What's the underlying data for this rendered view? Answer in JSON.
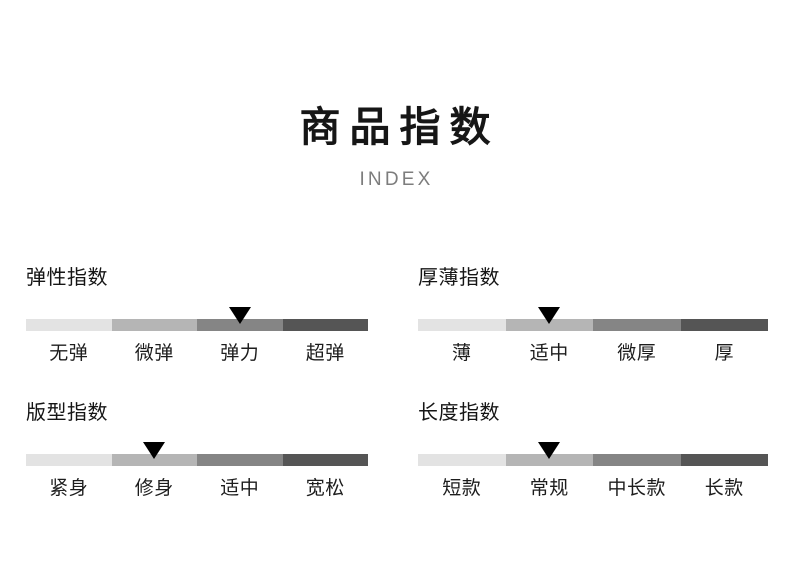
{
  "header": {
    "title": "商品指数",
    "subtitle": "INDEX"
  },
  "palette": {
    "background": "#ffffff",
    "segment_1": "#e3e3e3",
    "segment_2": "#b5b5b5",
    "segment_3": "#858585",
    "segment_4": "#555555",
    "marker": "#000000",
    "heading_text": "#151515",
    "label_text": "#1d1d1d",
    "subtitle_text": "#7d7d7d"
  },
  "chart_data": {
    "type": "bar",
    "title": "商品指数",
    "subtitle": "INDEX",
    "xlabel": "",
    "ylabel": "",
    "legend": [],
    "grid": false,
    "note": "Four 4-step ordinal index scales; each bar is a discrete 4-segment ramp from light to dark with a downward triangle marker indicating the selected level.",
    "scale_levels": 4,
    "segment_colors": [
      "#e3e3e3",
      "#b5b5b5",
      "#858585",
      "#555555"
    ],
    "series": [
      {
        "name": "弹性指数",
        "categories": [
          "无弹",
          "微弹",
          "弹力",
          "超弹"
        ],
        "values": [
          1,
          2,
          3,
          4
        ],
        "selected_index": 2,
        "selected_label": "弹力",
        "marker_percent": 62.5
      },
      {
        "name": "厚薄指数",
        "categories": [
          "薄",
          "适中",
          "微厚",
          "厚"
        ],
        "values": [
          1,
          2,
          3,
          4
        ],
        "selected_index": 1,
        "selected_label": "适中",
        "marker_percent": 37.5
      },
      {
        "name": "版型指数",
        "categories": [
          "紧身",
          "修身",
          "适中",
          "宽松"
        ],
        "values": [
          1,
          2,
          3,
          4
        ],
        "selected_index": 1,
        "selected_label": "修身",
        "marker_percent": 37.5
      },
      {
        "name": "长度指数",
        "categories": [
          "短款",
          "常规",
          "中长款",
          "长款"
        ],
        "values": [
          1,
          2,
          3,
          4
        ],
        "selected_index": 1,
        "selected_label": "常规",
        "marker_percent": 37.5
      }
    ]
  },
  "indices": [
    {
      "heading": "弹性指数",
      "labels": [
        "无弹",
        "微弹",
        "弹力",
        "超弹"
      ],
      "marker_percent": 62.5,
      "selected": "弹力"
    },
    {
      "heading": "厚薄指数",
      "labels": [
        "薄",
        "适中",
        "微厚",
        "厚"
      ],
      "marker_percent": 37.5,
      "selected": "适中"
    },
    {
      "heading": "版型指数",
      "labels": [
        "紧身",
        "修身",
        "适中",
        "宽松"
      ],
      "marker_percent": 37.5,
      "selected": "修身"
    },
    {
      "heading": "长度指数",
      "labels": [
        "短款",
        "常规",
        "中长款",
        "长款"
      ],
      "marker_percent": 37.5,
      "selected": "常规"
    }
  ]
}
